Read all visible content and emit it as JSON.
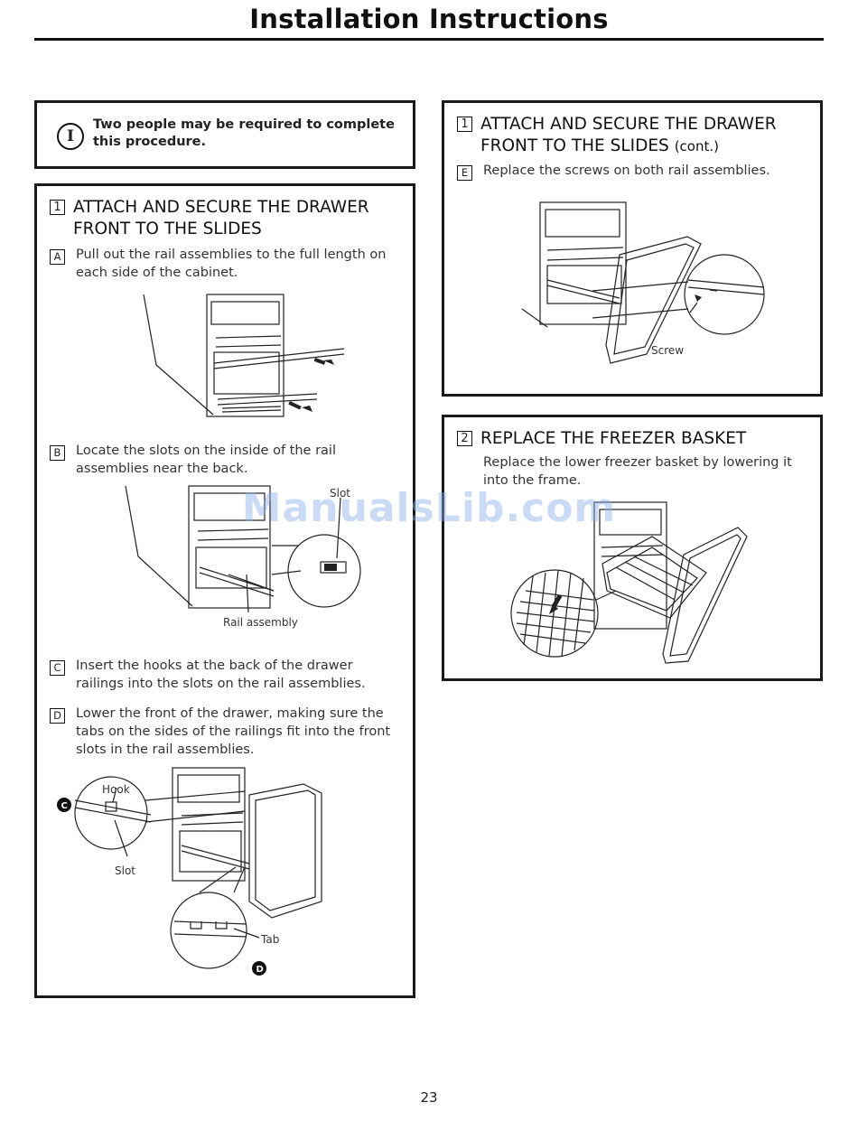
{
  "header": {
    "title": "Installation Instructions"
  },
  "note": {
    "icon": "info-icon",
    "icon_letter": "I",
    "text": "Two people may be required to complete this procedure."
  },
  "step1": {
    "number": "1",
    "heading": "ATTACH AND SECURE THE DRAWER FRONT TO THE SLIDES",
    "A": {
      "label": "A",
      "text": "Pull out the rail assemblies to the full length on each side of the cabinet."
    },
    "B": {
      "label": "B",
      "text": "Locate the slots on the inside of the rail assemblies near the back.",
      "callout_slot": "Slot",
      "callout_rail": "Rail assembly"
    },
    "C": {
      "label": "C",
      "text": "Insert the hooks at the back of the drawer railings into the slots on the rail assemblies."
    },
    "D": {
      "label": "D",
      "text": "Lower the front of the drawer, making sure the tabs on the sides of the railings fit into the front slots in the rail assemblies."
    },
    "figure_cd": {
      "hook": "Hook",
      "slot": "Slot",
      "tab": "Tab",
      "marker_c": "C",
      "marker_d": "D"
    }
  },
  "step1_cont": {
    "number": "1",
    "heading": "ATTACH AND SECURE THE DRAWER FRONT TO THE SLIDES",
    "cont": "(cont.)",
    "E": {
      "label": "E",
      "text": "Replace the screws on both rail assemblies.",
      "callout_screw": "Screw"
    }
  },
  "step2": {
    "number": "2",
    "heading": "REPLACE THE FREEZER BASKET",
    "text": "Replace the lower freezer basket by lowering it into the frame."
  },
  "watermark": "ManualsLib.com",
  "footer": {
    "page_number": "23"
  }
}
